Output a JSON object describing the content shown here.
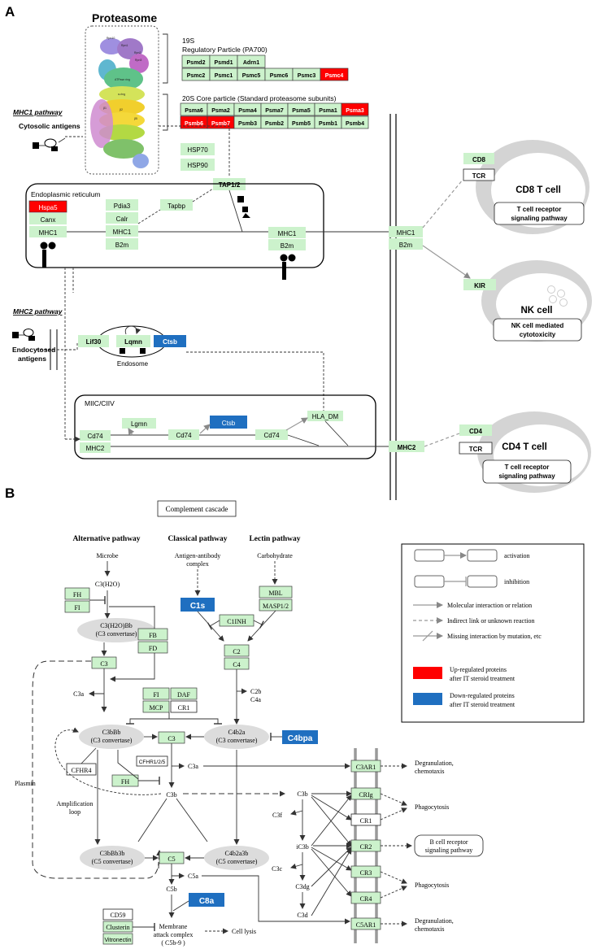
{
  "panel_a": {
    "letter": "A",
    "proteasome_title": "Proteasome",
    "rp_line1": "19S",
    "rp_line2": "Regulatory Particle (PA700)",
    "rp_row1": [
      "Psmd2",
      "Psmd1",
      "Adrn1"
    ],
    "rp_row2": [
      "Psmc2",
      "Psmc1",
      "Psmc5",
      "Psmc6",
      "Psmc3",
      "Psmc4"
    ],
    "cp_title": "20S Core particle (Standard proteasome subunits)",
    "cp_row1": [
      "Psma6",
      "Psma2",
      "Psma4",
      "Psma7",
      "Psma5",
      "Psma1",
      "Psma3"
    ],
    "cp_row2": [
      "Psmb6",
      "Psmb7",
      "Psmb3",
      "Psmb2",
      "Psmb5",
      "Psmb1",
      "Psmb4"
    ],
    "model_labels": [
      "Rpn10",
      "Rpn1",
      "Rpn2",
      "Rpn3",
      "ATPase ring",
      "α-ring",
      "β1",
      "β2",
      "β5"
    ],
    "mhc1_pathway": "MHC1 pathway",
    "cytosolic_antigens": "Cytosolic antigens",
    "hsp70": "HSP70",
    "hsp90": "HSP90",
    "tap": "TAP1/2",
    "er_label": "Endoplasmic reticulum",
    "hspa5": "Hspa5",
    "canx": "Canx",
    "mhc1": "MHC1",
    "pdia3": "Pdia3",
    "calr": "Calr",
    "b2m": "B2m",
    "tapbp": "Tapbp",
    "cd8": "CD8",
    "tcr": "TCR",
    "cd8_cell": "CD8 T cell",
    "tcr_path_1": "T cell receptor",
    "tcr_path_2": "signaling pathway",
    "kir": "KIR",
    "nk_cell": "NK cell",
    "nk_path_1": "NK cell mediated",
    "nk_path_2": "cytotoxicity",
    "mhc2_pathway": "MHC2 pathway",
    "endocytosed_1": "Endocytosed",
    "endocytosed_2": "antigens",
    "lif30": "Lif30",
    "lqmn": "Lqmn",
    "ctsb": "Ctsb",
    "endosome": "Endosome",
    "miic": "MIIC/CIIV",
    "lgmn": "Lgmn",
    "cd74": "Cd74",
    "mhc2": "MHC2",
    "hla_dm": "HLA_DM",
    "cd4": "CD4",
    "cd4_cell": "CD4 T cell"
  },
  "panel_b": {
    "letter": "B",
    "title": "Complement cascade",
    "alt_pathway": "Alternative pathway",
    "classical_pathway": "Classical pathway",
    "lectin_pathway": "Lectin pathway",
    "microbe": "Microbe",
    "c3h2o": "C3(H2O)",
    "fh": "FH",
    "fi": "FI",
    "c3h2obb_1": "C3(H2O)Bb",
    "c3h2obb_2": "(C3 convertase)",
    "fb": "FB",
    "fd": "FD",
    "c3": "C3",
    "c3a": "C3a",
    "ag_ab_1": "Antigen-antibody",
    "ag_ab_2": "complex",
    "c1s": "C1s",
    "c1inh": "C1INH",
    "carbohydrate": "Carbohydrate",
    "mbl": "MBL",
    "masp": "MASP1/2",
    "c2": "C2",
    "c4": "C4",
    "c2b": "C2b",
    "c4a": "C4a",
    "daf": "DAF",
    "mcp": "MCP",
    "cr1": "CR1",
    "c3bbb_1": "C3bBb",
    "c3bbb_2": "(C3 convertase)",
    "c4b2a_1": "C4b2a",
    "c4b2a_2": "(C3 convertase)",
    "c4bpa": "C4bpa",
    "cfhr4": "CFHR4",
    "cfhr1": "CFHR1/2/5",
    "c3b": "C3b",
    "amp_1": "Amplification",
    "amp_2": "loop",
    "plasmin": "Plasmin",
    "c3bbb3b_1": "C3bBb3b",
    "c3bbb3b_2": "(C5 convertase)",
    "c5": "C5",
    "c4b2a3b_1": "C4b2a3b",
    "c4b2a3b_2": "(C5 convertase)",
    "c5a": "C5a",
    "c5b": "C5b",
    "c8a": "C8a",
    "cd59": "CD59",
    "clusterin": "Clusterin",
    "vitronectin": "Vitronectin",
    "mac_1": "Membrane",
    "mac_2": "attack complex",
    "mac_3": "( C5b-9 )",
    "cell_lysis": "Cell lysis",
    "c3f": "C3f",
    "ic3b": "iC3b",
    "c3c": "C3c",
    "c3dg": "C3dg",
    "c3d": "C3d",
    "c3ar1": "C3AR1",
    "crig": "CRIg",
    "cr2": "CR2",
    "cr3": "CR3",
    "cr4": "CR4",
    "c5ar1": "C5AR1",
    "degran_1": "Degranulation,",
    "degran_2": "chemotaxis",
    "phagocytosis": "Phagocytosis",
    "bcr_1": "B cell receptor",
    "bcr_2": "signaling pathway",
    "legend": {
      "activation": "activation",
      "inhibition": "inhibition",
      "molecular": "Molecular interaction or relation",
      "indirect": "Indirect link or unknown reaction",
      "missing": "Missing interaction by mutation, etc",
      "up_1": "Up-regulated proteins",
      "up_2": "after IT steroid treatment",
      "down_1": "Down-regulated proteins",
      "down_2": "after IT steroid treatment"
    }
  },
  "colors": {
    "gene_green": "#ccf2cc",
    "up_red": "#ff0000",
    "down_blue": "#1f6fc0"
  }
}
